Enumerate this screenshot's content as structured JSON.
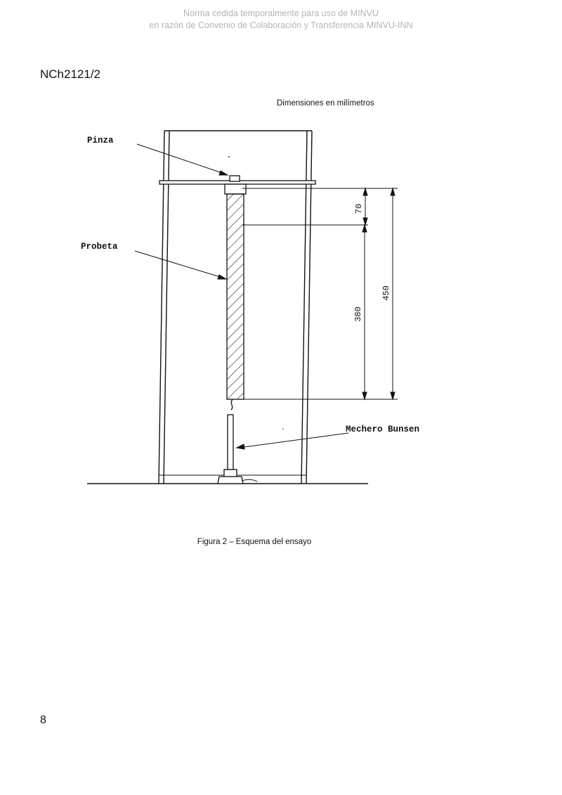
{
  "watermark": {
    "line1": "Norma cedida temporalmente para uso de MINVU",
    "line2": "en razón de Convenio de Colaboración y Transferencia MINVU-INN"
  },
  "header": {
    "doc_code": "NCh2121/2"
  },
  "figure": {
    "units_note": "Dimensiones en milímetros",
    "labels": {
      "pinza": "Pinza",
      "probeta": "Probeta",
      "mechero": "Mechero Bunsen"
    },
    "dimensions": {
      "top_segment": "70",
      "burn_length": "380",
      "total_length": "450"
    },
    "caption": "Figura 2 – Esquema del ensayo"
  },
  "footer": {
    "page_number": "8"
  }
}
